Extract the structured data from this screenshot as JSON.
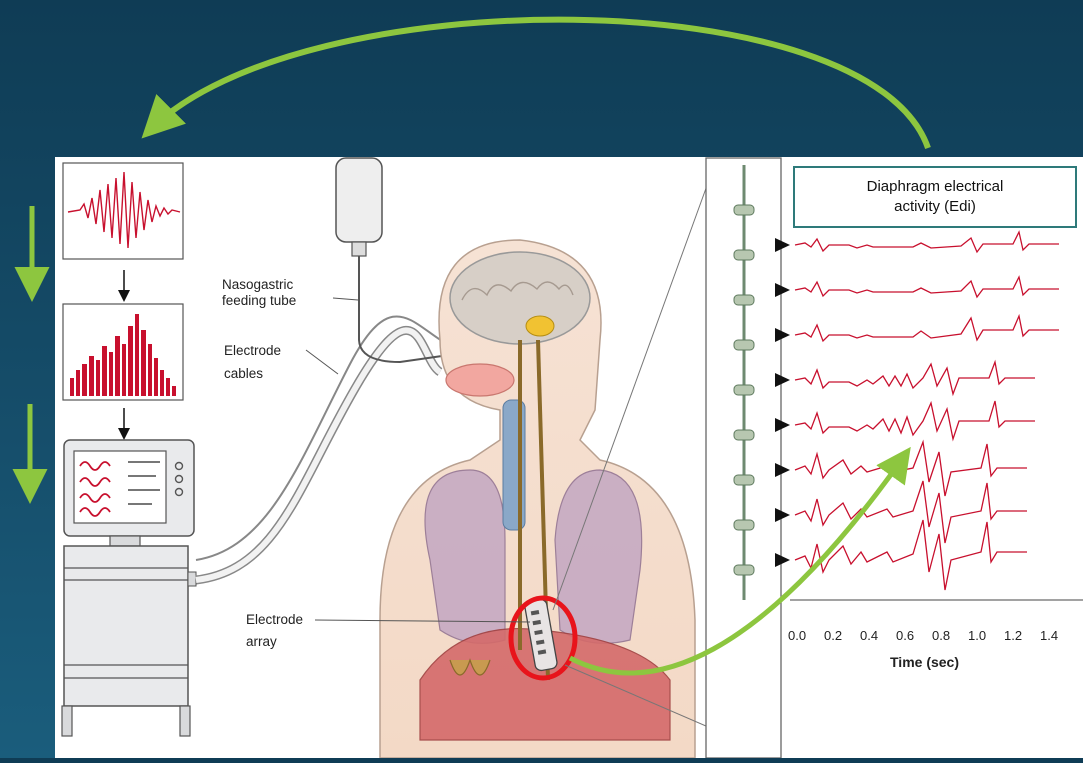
{
  "figure": {
    "labels": {
      "feeding_tube": [
        "Nasogastric",
        "feeding tube"
      ],
      "cables": [
        "Electrode",
        "cables"
      ],
      "array": [
        "Electrode",
        "array"
      ]
    },
    "callout": {
      "line1": "Diaphragm electrical",
      "line2": "activity (Edi)"
    },
    "axis": {
      "ticks": [
        "0.0",
        "0.2",
        "0.4",
        "0.6",
        "0.8",
        "1.0",
        "1.2",
        "1.4"
      ],
      "title": "Time (sec)"
    },
    "colors": {
      "arrow_green": "#8dc63f",
      "signal_red": "#c8102e",
      "highlight_circle": "#e8141b",
      "background": "#134863"
    },
    "icons": [
      "curved-arrow-icon",
      "down-arrow-icon",
      "monitor-icon"
    ]
  }
}
